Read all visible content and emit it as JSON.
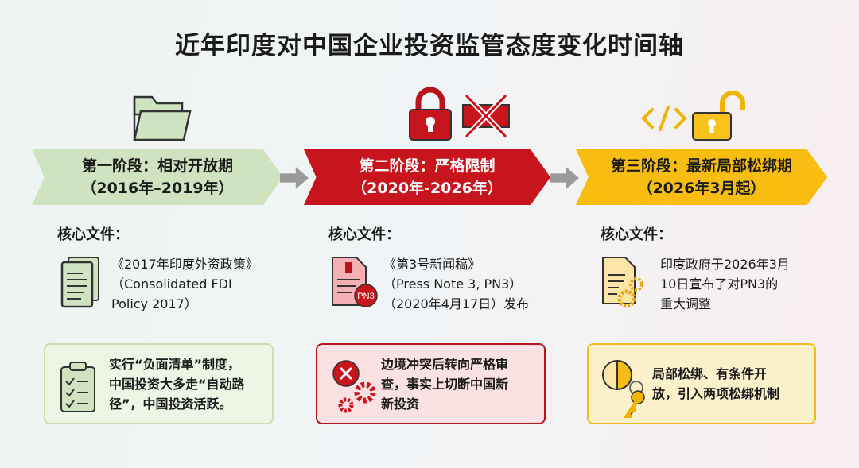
{
  "title": "近年印度对中国企业投资监管态度变化时间轴",
  "stages": [
    {
      "name": "第一阶段：相对开放期",
      "period": "（2016年–2019年）",
      "color": "#cfe3c1",
      "core_label": "核心文件：",
      "doc": [
        "《2017年印度外资政策》",
        "（Consolidated FDI",
        "Policy 2017）"
      ],
      "summary": [
        "实行“负面清单”制度，",
        "中国投资大多走“自动路",
        "径”，中国投资活跃。"
      ]
    },
    {
      "name": "第二阶段：严格限制",
      "period": "（2020年-2026年）",
      "color": "#c8141c",
      "core_label": "核心文件：",
      "doc": [
        "《第3号新闻稿》",
        "（Press Note 3, PN3）",
        "（2020年4月17日）发布"
      ],
      "doc_badge": "PN3",
      "summary": [
        "边境冲突后转向严格审",
        "查，事实上切断中国新",
        "新投资"
      ]
    },
    {
      "name": "第三阶段：最新局部松绑期",
      "period": "（2026年3月起）",
      "color": "#f8bd10",
      "core_label": "核心文件：",
      "doc": [
        "印度政府于2026年3月",
        "10日宣布了对PN3的",
        "重大调整"
      ],
      "summary": [
        "局部松绑、有条件开",
        "放，引入两项松绑机制"
      ]
    }
  ]
}
